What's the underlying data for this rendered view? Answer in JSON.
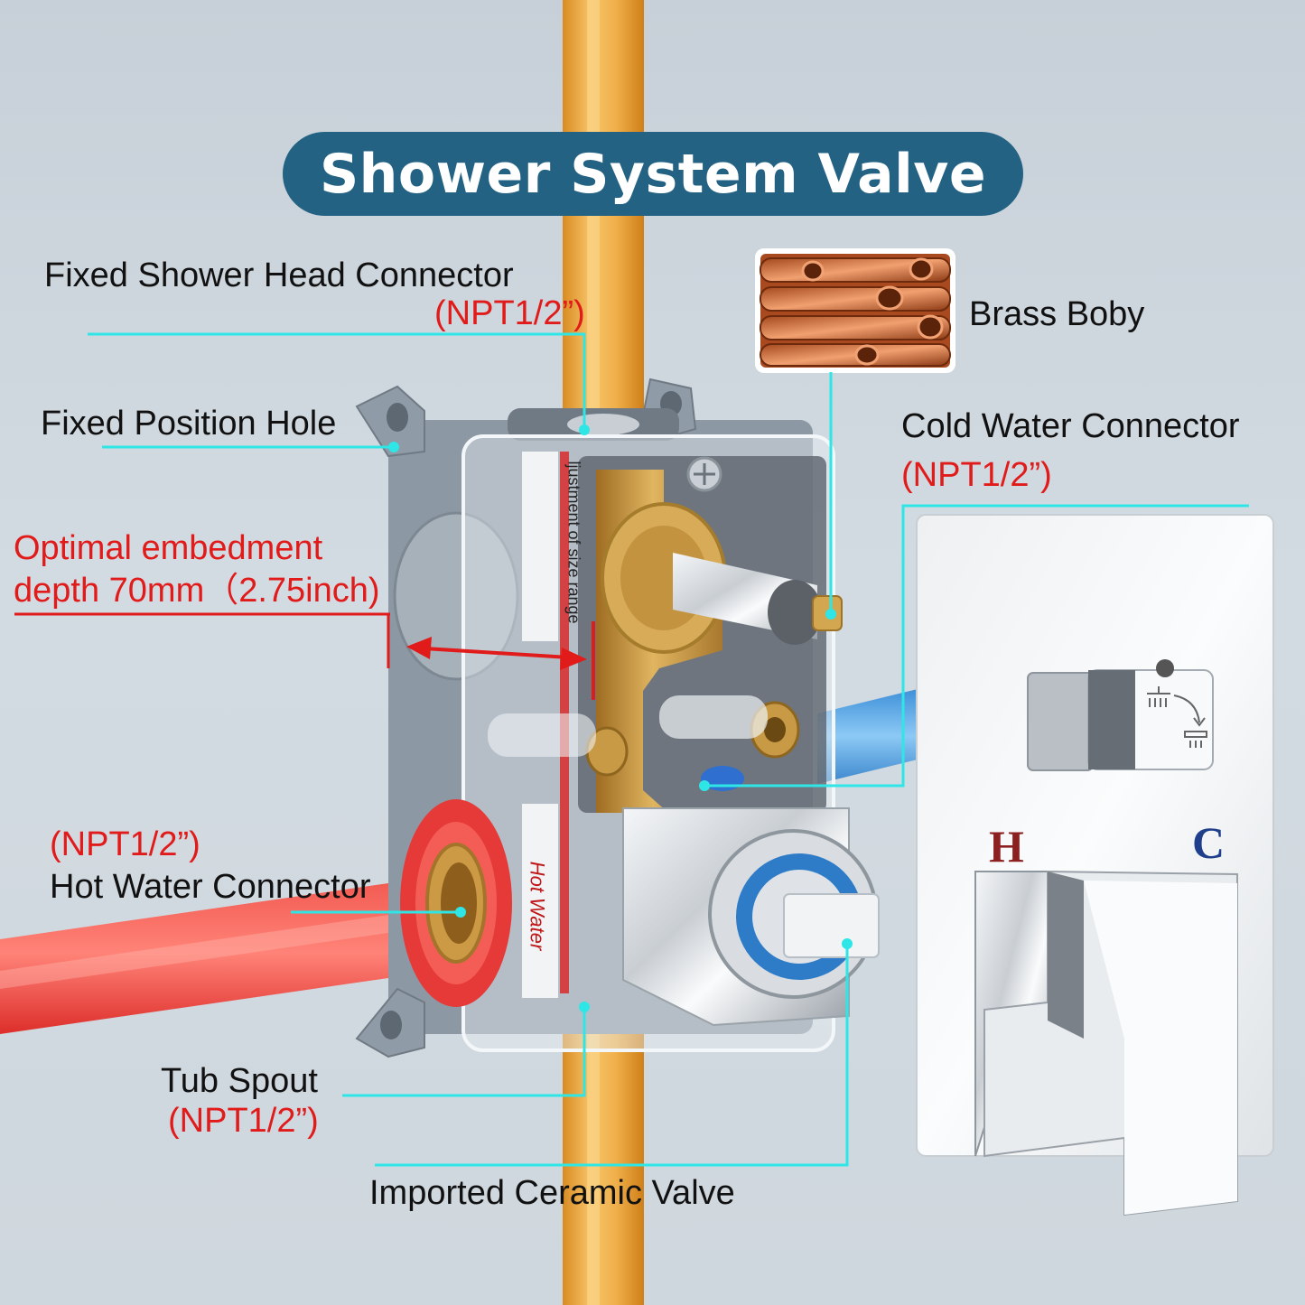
{
  "title": "Shower System Valve",
  "labels": {
    "fixed_shower_head": "Fixed Shower Head Connector",
    "fixed_shower_head_spec": "(NPT1/2”)",
    "fixed_position_hole": "Fixed Position Hole",
    "depth_line1": "Optimal embedment",
    "depth_line2": "depth 70mm（2.75inch)",
    "hot_water_spec": "(NPT1/2”)",
    "hot_water": "Hot Water Connector",
    "tub_spout": "Tub Spout",
    "tub_spout_spec": "(NPT1/2”)",
    "ceramic_valve": "Imported Ceramic Valve",
    "brass_body": "Brass Boby",
    "cold_water": "Cold Water Connector",
    "cold_water_spec": "(NPT1/2”)"
  },
  "box_markings": {
    "adjustment": "ljustment of size range",
    "hot_water": "Hot Water"
  },
  "handle_marks": {
    "hot": "H",
    "cold": "C"
  },
  "colors": {
    "title_bg": "#236283",
    "leader": "#2ee6e6",
    "spec_red": "#e11a1a",
    "hot_pipe": "#e8403a",
    "cold_pipe": "#5aa8e8",
    "vertical_pipe": "#e9a640",
    "brass": "#c79a45"
  },
  "icons": [
    "shower-head-icon",
    "tub-spout-icon",
    "brass-pipes-image"
  ]
}
